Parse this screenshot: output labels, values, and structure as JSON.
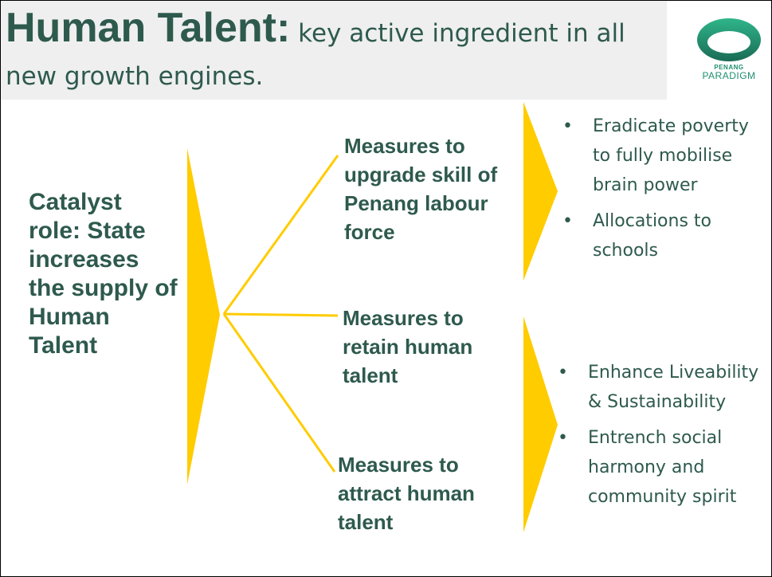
{
  "title": {
    "strong": "Human Talent:",
    "rest": " key active ingredient in all",
    "line2": "new growth engines."
  },
  "logo": {
    "line1": "PENANG",
    "line2": "PARADIGM",
    "icon": "ring-logo-icon",
    "colors": {
      "dark": "#1a6b55",
      "light": "#2fb58a"
    }
  },
  "catalyst": "Catalyst role: State increases the supply of Human Talent",
  "measures": [
    "Measures to upgrade skill of Penang labour force",
    "Measures to retain human talent",
    "Measures to attract human talent"
  ],
  "bullets_upper": [
    "Eradicate poverty to fully mobilise brain power",
    "Allocations to schools"
  ],
  "bullets_lower": [
    "Enhance Liveability & Sustainability",
    "Entrench social harmony and community spirit"
  ],
  "colors": {
    "accent": "#ffcc00",
    "text": "#2e5a4d",
    "title_bg": "#efefef"
  }
}
